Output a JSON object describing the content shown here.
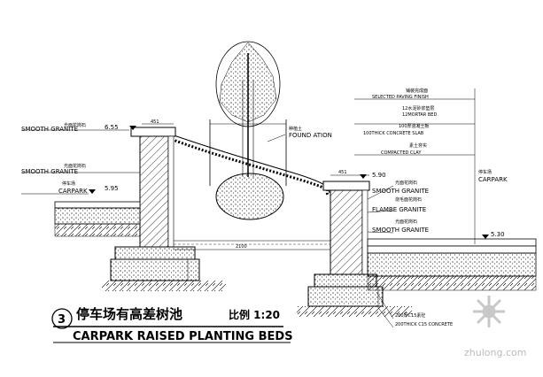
{
  "drawing": {
    "section_number": "3",
    "title_cn": "停车场有高差树池",
    "scale_text": "比例 1:20",
    "title_en": "CARPARK RAISED PLANTING BEDS"
  },
  "left_labels": {
    "granite_top_cn": "光面花岗石",
    "granite_top_en": "SMOOTH GRANITE",
    "level_top": "6.55",
    "granite_mid_cn": "光面花岗石",
    "granite_mid_en": "SMOOTH GRANITE",
    "carpark_cn": "停车场",
    "carpark_en": "CARPARK",
    "level_carpark": "5.95"
  },
  "center_labels": {
    "soil_cn": "种植土",
    "soil_en": "FOUND ATION",
    "dim_bottom": "2100",
    "dim_top_left": "451"
  },
  "right_labels": {
    "paving_cn": "铺装完成面",
    "paving_en": "SELECTED PAVING FINISH",
    "mortar_cn": "12水泥砂浆垫层",
    "mortar_en": "12MORTAR BED",
    "slab_cn": "100厚混凝土板",
    "slab_en": "100THICK CONCRETE SLAB",
    "clay_cn": "素土夯实",
    "clay_en": "COMPACTED CLAY",
    "carpark_cn": "停车场",
    "carpark_en": "CARPARK",
    "level_right": "5.30",
    "level_mid": "5.90",
    "dim_top_right": "451",
    "granite_a_cn": "光面花岗石",
    "granite_a_en": "SMOOTH GRANITE",
    "flambe_cn": "烧毛面花岗石",
    "flambe_en": "FLAMBE GRANITE",
    "granite_b_cn": "光面花岗石",
    "granite_b_en": "SMOOTH GRANITE",
    "c15_cn": "200厚C15素砼",
    "c15_en": "200THICK C15 CONCRETE"
  },
  "watermark": "zhulong.com"
}
